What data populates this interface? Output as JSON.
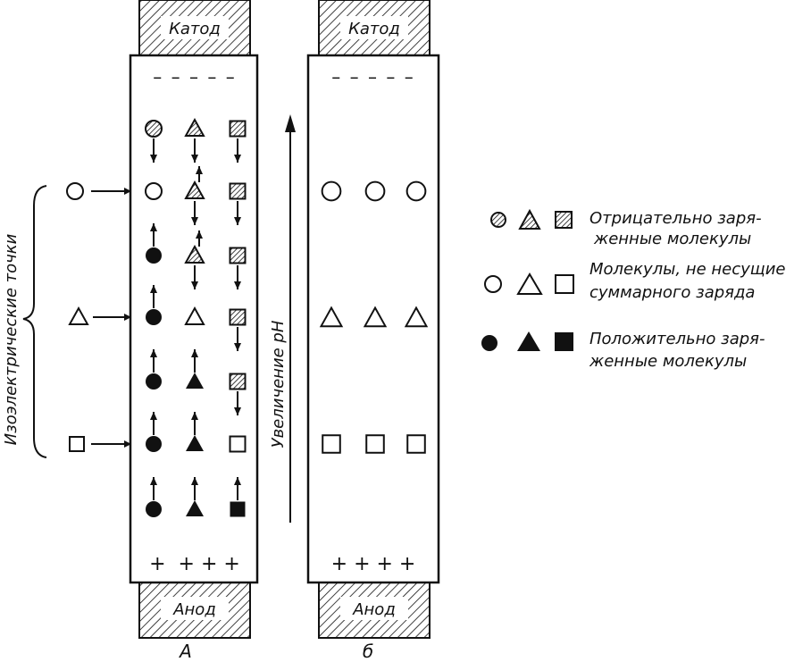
{
  "electrodes": {
    "cathode": "Катод",
    "anode": "Анод"
  },
  "panels": {
    "left_label": "А",
    "right_label": "б"
  },
  "side_label": "Изоэлектрические точки",
  "ph_label": "Увеличение рН",
  "minus_signs": "– – – – –",
  "plus_signs_left": "+  + + +",
  "plus_signs_right": "+ + + +",
  "legend": {
    "negative": [
      "Отрицательно заря-",
      "женные молекулы"
    ],
    "neutral": [
      "Молекулы, не несущие",
      "суммарного заряда"
    ],
    "positive": [
      "Положительно заря-",
      "женные молекулы"
    ]
  },
  "panelA": [
    [
      "neg-circle-down",
      "neg-triangle-down",
      "neg-square-down"
    ],
    [
      "neutral-circle",
      "neg-triangle-updown",
      "neg-square-down"
    ],
    [
      "pos-circle-up",
      "neg-triangle-updown",
      "neg-square-down"
    ],
    [
      "pos-circle-up",
      "neutral-triangle",
      "neg-square-down"
    ],
    [
      "pos-circle-up",
      "pos-triangle-up",
      "neg-square-down"
    ],
    [
      "pos-circle-up",
      "pos-triangle-up",
      "neutral-square"
    ],
    [
      "pos-circle-up",
      "pos-triangle-up",
      "pos-square-up"
    ]
  ],
  "panelB": [
    [
      "neutral-circle",
      "neutral-circle",
      "neutral-circle"
    ],
    [
      "neutral-triangle",
      "neutral-triangle",
      "neutral-triangle"
    ],
    [
      "neutral-square",
      "neutral-square",
      "neutral-square"
    ]
  ],
  "isoelectric_points": [
    "neutral-circle",
    "neutral-triangle",
    "neutral-square"
  ]
}
